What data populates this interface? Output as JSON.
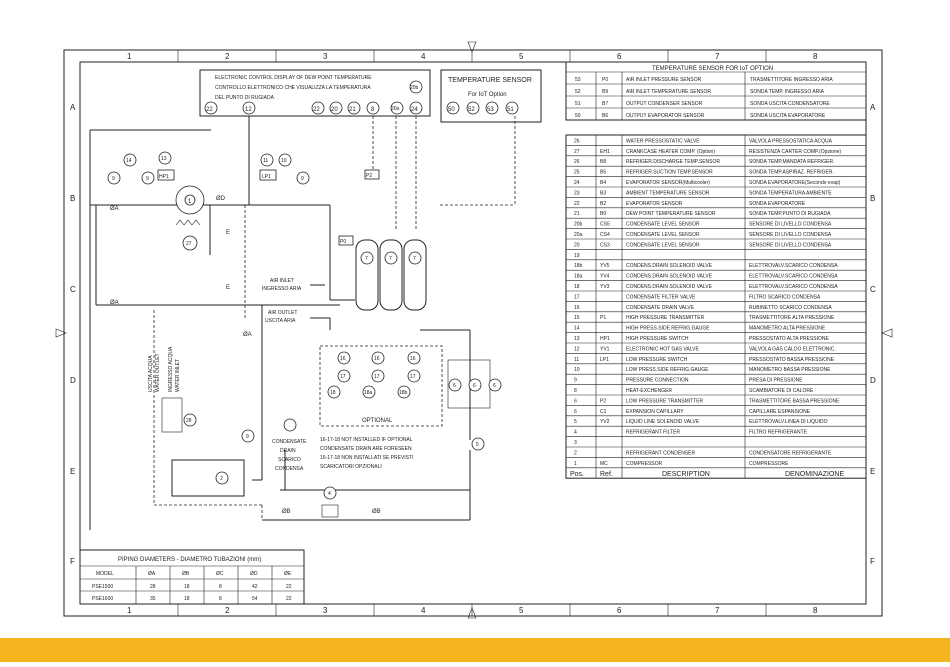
{
  "grid": {
    "columns": [
      "1",
      "2",
      "3",
      "4",
      "5",
      "6",
      "7",
      "8"
    ],
    "rows": [
      "A",
      "B",
      "C",
      "D",
      "E",
      "F"
    ]
  },
  "control_box": {
    "line1": "ELECTRONIC CONTROL DISPLAY OF DEW POINT TEMPERATURE",
    "line2": "CONTROLLO ELETTRONICO CHE VISUALIZZA LA TEMPERATURA",
    "line3": "DEL PUNTO DI RUGIADA",
    "tags": [
      "22",
      "12",
      "22",
      "20",
      "21",
      "8",
      "20a",
      "24",
      "20b"
    ]
  },
  "temp_sensor_box": {
    "title": "TEMPERATURE SENSOR",
    "subtitle": "For IoT Option",
    "tags": [
      "50",
      "52",
      "53",
      "51"
    ]
  },
  "iot_table": {
    "title": "TEMPERATURE SENSOR FOR IoT OPTION",
    "rows": [
      [
        "53",
        "P0",
        "AIR INLET PRESSURE SENSOR",
        "TRASMETTITORE INGRESSO ARIA"
      ],
      [
        "52",
        "B9",
        "AIR INLET TEMPERATURE SENSOR",
        "SONDA TEMP. INGRESSO ARIA"
      ],
      [
        "51",
        "B7",
        "OUTPUT CONDENSER SENSOR",
        "SONDA USCITA CONDENSATORE"
      ],
      [
        "50",
        "B6",
        "OUTPUT EVAPORATOR SENSOR",
        "SONDA USCITA EVAPORATORE"
      ]
    ]
  },
  "parts_table": {
    "headers": [
      "Pos.",
      "Ref.",
      "DESCRIPTION",
      "DENOMINAZIONE"
    ],
    "rows": [
      [
        "26",
        "",
        "WATER PRESSOSTATIC VALVE",
        "VALVOLA PRESSOSTATICA ACQUA"
      ],
      [
        "27",
        "EH1",
        "CRANKCASE HEATER COMP. (Option)",
        "RESISTENZA CARTER COMP.(Opzione)"
      ],
      [
        "26",
        "B8",
        "REFRIGER.DISCHARGE TEMP.SENSOR",
        "SONDA TEMP.MANDATA REFRIGER."
      ],
      [
        "25",
        "B5",
        "REFRIGER.SUCTION TEMP.SENSOR",
        "SONDA TEMP.ASPIRAZ. REFRIGER."
      ],
      [
        "24",
        "B4",
        "EVAPORATOR SENSOR(Multicooler)",
        "SONDA EVAPORATORE(Secondo evap)"
      ],
      [
        "23",
        "B3",
        "AMBIENT TEMPERATURE SENSOR",
        "SONDA TEMPERATURA AMBIENTE"
      ],
      [
        "22",
        "B2",
        "EVAPORATOR SENSOR",
        "SONDA EVAPORATORE"
      ],
      [
        "21",
        "B0",
        "DEW POINT TEMPERATURE SENSOR",
        "SONDA TEMP.PUNTO DI RUGIADA"
      ],
      [
        "20b",
        "CS5",
        "CONDENSATE LEVEL SENSOR",
        "SENSORE DI LIVELLO CONDENSA"
      ],
      [
        "20a",
        "CS4",
        "CONDENSATE LEVEL SENSOR",
        "SENSORE DI LIVELLO CONDENSA"
      ],
      [
        "20",
        "CS3",
        "CONDENSATE LEVEL SENSOR",
        "SENSORE DI LIVELLO CONDENSA"
      ],
      [
        "19",
        "",
        "",
        ""
      ],
      [
        "18b",
        "YV5",
        "CONDENS.DRAIN SOLENOID VALVE",
        "ELETTROVALV.SCARICO CONDENSA"
      ],
      [
        "18a",
        "YV4",
        "CONDENS.DRAIN SOLENOID VALVE",
        "ELETTROVALV.SCARICO CONDENSA"
      ],
      [
        "18",
        "YV3",
        "CONDENS.DRAIN SOLENOID VALVE",
        "ELETTROVALV.SCARICO CONDENSA"
      ],
      [
        "17",
        "",
        "CONDENSATE FILTER VALVE",
        "FILTRO SCARICO CONDENSA"
      ],
      [
        "16",
        "",
        "CONDENSATE DRAIN VALVE",
        "RUBINETTO SCARICO CONDENSA"
      ],
      [
        "15",
        "P1",
        "HIGH PRESSURE TRANSMITTER",
        "TRASMETTITORE ALTA PRESSIONE"
      ],
      [
        "14",
        "",
        "HIGH PRESS.SIDE REFRIG.GAUGE",
        "MANOMETRO ALTA PRESSIONE"
      ],
      [
        "13",
        "HP1",
        "HIGH PRESSURE SWITCH",
        "PRESSOSTATO ALTA PRESSIONE"
      ],
      [
        "12",
        "YV1",
        "ELECTRONIC HOT GAS VALVE",
        "VALVOLA GAS CALDO ELETTRONIC."
      ],
      [
        "11",
        "LP1",
        "LOW PRESSURE SWITCH",
        "PRESSOSTATO BASSA PRESSIONE"
      ],
      [
        "10",
        "",
        "LOW PRESS.SIDE REFRIG.GAUGE",
        "MANOMETRO BASSA PRESSIONE"
      ],
      [
        "9",
        "",
        "PRESSURE CONNECTION",
        "PRESA DI PRESSIONE"
      ],
      [
        "8",
        "",
        "HEAT-EXCHENGER",
        "SCAMBIATORE DI CALORE"
      ],
      [
        "6",
        "P2",
        "LOW PRESSURE TRANSMITTER",
        "TRASMETTITORE BASSA PRESSIONE"
      ],
      [
        "6",
        "C1",
        "EXPANSION CAPILLARY",
        "CAPILLARE ESPANSIONE"
      ],
      [
        "5",
        "YV2",
        "LIQUID LINE SOLENOID VALVE",
        "ELETTROVALV.LINEA DI LIQUIDO"
      ],
      [
        "4",
        "",
        "REFRIGERANT FILTER",
        "FILTRO REFRIGERANTE"
      ],
      [
        "3",
        "",
        "",
        ""
      ],
      [
        "2",
        "",
        "REFRIGERANT CONDENSER",
        "CONDENSATORE REFRIGERANTE"
      ],
      [
        "1",
        "MC",
        "COMPRESSOR",
        "COMPRESSORE"
      ]
    ]
  },
  "piping_table": {
    "title": "PIPING DIAMETERS - DIAMETRO TUBAZIONI (mm)",
    "headers": [
      "MODEL",
      "ØA",
      "ØB",
      "ØC",
      "ØD",
      "ØE"
    ],
    "rows": [
      [
        "PSE1500",
        "28",
        "18",
        "8",
        "42",
        "22"
      ],
      [
        "PSE1600",
        "35",
        "18",
        "8",
        "54",
        "22"
      ]
    ]
  },
  "labels": {
    "air_inlet_1": "AIR INLET",
    "air_inlet_2": "INGRESSO ARIA",
    "air_outlet_1": "AIR OUTLET",
    "air_outlet_2": "USCITA ARIA",
    "optional": "OPTIONAL",
    "condensate_1": "CONDENSATE",
    "condensate_2": "DRAIN",
    "condensate_3": "SCARICO",
    "condensate_4": "CONDENSA",
    "note_1": "16-17-18 NOT INSTALLED IF OPTIONAL",
    "note_2": "CONDENSATE DRAIN ARE FORESEEN",
    "note_3": "16-17-18 NON INSTALLATI SE PREVISTI",
    "note_4": "SCARICATORI OPZIONALI",
    "water_out": "USCITA ACQUA",
    "water_out_en": "WATER OUTLET",
    "water_in": "INGRESSO ACQUA",
    "water_in_en": "WATER INLET",
    "pipe_a": "ØA",
    "pipe_b": "ØB",
    "pipe_d": "ØD",
    "pipe_e": "E"
  },
  "components": {
    "c1": "1",
    "c2": "2",
    "c4": "4",
    "c5": "5",
    "c6": "6",
    "c7": "7",
    "c9": "9",
    "c10": "10",
    "c11": "LP1",
    "c11n": "11",
    "c13": "HP1",
    "c13n": "13",
    "c14": "14",
    "c15": "P0",
    "c16": "16",
    "c17": "17",
    "c18": "18",
    "c18a": "18a",
    "c18b": "18b",
    "c26": "P2",
    "c27": "27",
    "c28": "28"
  },
  "colors": {
    "band": "#f5b51f"
  }
}
